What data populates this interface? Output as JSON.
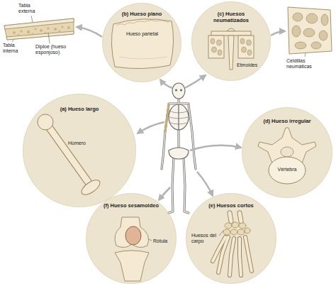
{
  "diagram": {
    "nodes": [
      {
        "text": [
          "(b) Hueso plano",
          "Hueso parietal"
        ]
      },
      {
        "text": [
          "(c) Huesos neumatizados",
          "Etmoides"
        ]
      },
      {
        "text": [
          "(a) Hueso largo",
          "Húmero"
        ]
      },
      {
        "text": [
          "(d) Hueso irregular",
          "Vértebra"
        ]
      },
      {
        "text": [
          "(f) Hueso sesamoideo",
          "Rótula"
        ]
      },
      {
        "text": [
          "(e) Huesos cortos",
          "Huesos del carpo"
        ]
      }
    ],
    "labels": [
      "Tabla externa",
      "Tabla interna",
      "Diploe (hueso esponjoso)",
      "Celdillas neumáticas"
    ]
  }
}
